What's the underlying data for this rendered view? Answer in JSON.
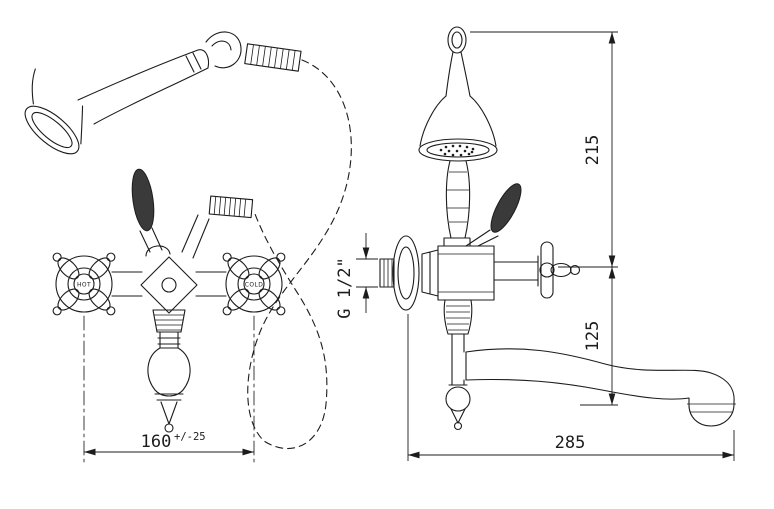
{
  "drawing": {
    "title": "classic-bath-shower-mixer-technical-drawing",
    "front_view": {
      "hot_label": "HOT",
      "cold_label": "COLD"
    },
    "dimensions": {
      "width": {
        "value": "160",
        "tolerance": "+/-25"
      },
      "thread": "G 1/2\"",
      "height_upper": "215",
      "height_lower": "125",
      "depth": "285"
    }
  }
}
